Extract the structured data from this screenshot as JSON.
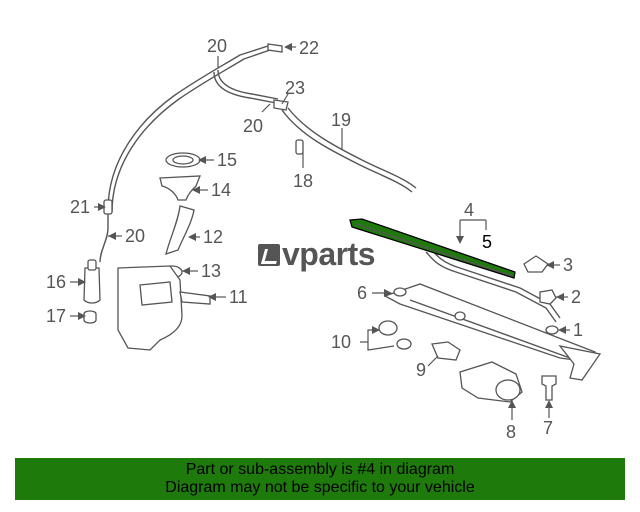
{
  "brand": {
    "text": "vparts"
  },
  "callouts": {
    "n1": "1",
    "n2": "2",
    "n3": "3",
    "n4": "4",
    "n5": "5",
    "n6": "6",
    "n7": "7",
    "n8": "8",
    "n9": "9",
    "n10": "10",
    "n11": "11",
    "n12": "12",
    "n13": "13",
    "n14": "14",
    "n15": "15",
    "n16": "16",
    "n17": "17",
    "n18": "18",
    "n19": "19",
    "n20a": "20",
    "n20b": "20",
    "n20c": "20",
    "n21": "21",
    "n22": "22",
    "n23": "23"
  },
  "highlight_color": "#1f7a0c",
  "banner": {
    "line1": "Part or sub-assembly is #4 in diagram",
    "line2": "Diagram may not be specific to your vehicle"
  }
}
